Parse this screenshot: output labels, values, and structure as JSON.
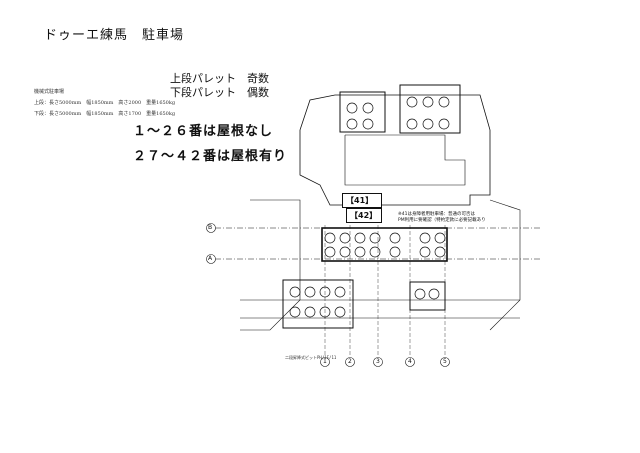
{
  "page_title": "ドゥーエ練馬　駐車場",
  "spec": {
    "heading": "機械式駐車場",
    "upper": "上段：長さ5000mm　幅1850mm　高さ2000　重量1650kg",
    "lower": "下段：長さ5000mm　幅1850mm　高さ1700　重量1650kg"
  },
  "legend": {
    "upper": "上段パレット　奇数",
    "lower": "下段パレット　偶数"
  },
  "notes": {
    "no_roof": "１～２６番は屋根なし",
    "roof": "２７～４２番は屋根有り"
  },
  "labels": {
    "slot_41": "【41】",
    "slot_42": "【42】"
  },
  "axes": {
    "row_a": "A",
    "row_b": "B",
    "cols": [
      "1",
      "2",
      "3",
      "4",
      "5"
    ]
  },
  "drawing_note": "※41は身障者用駐車場：普通の可否は\nPM利用に要確認（特約定款に必要記載あり",
  "drawing_footer": "二段昇降式ピットPH/1F/11",
  "colors": {
    "ink": "#111111",
    "paper": "#ffffff"
  }
}
